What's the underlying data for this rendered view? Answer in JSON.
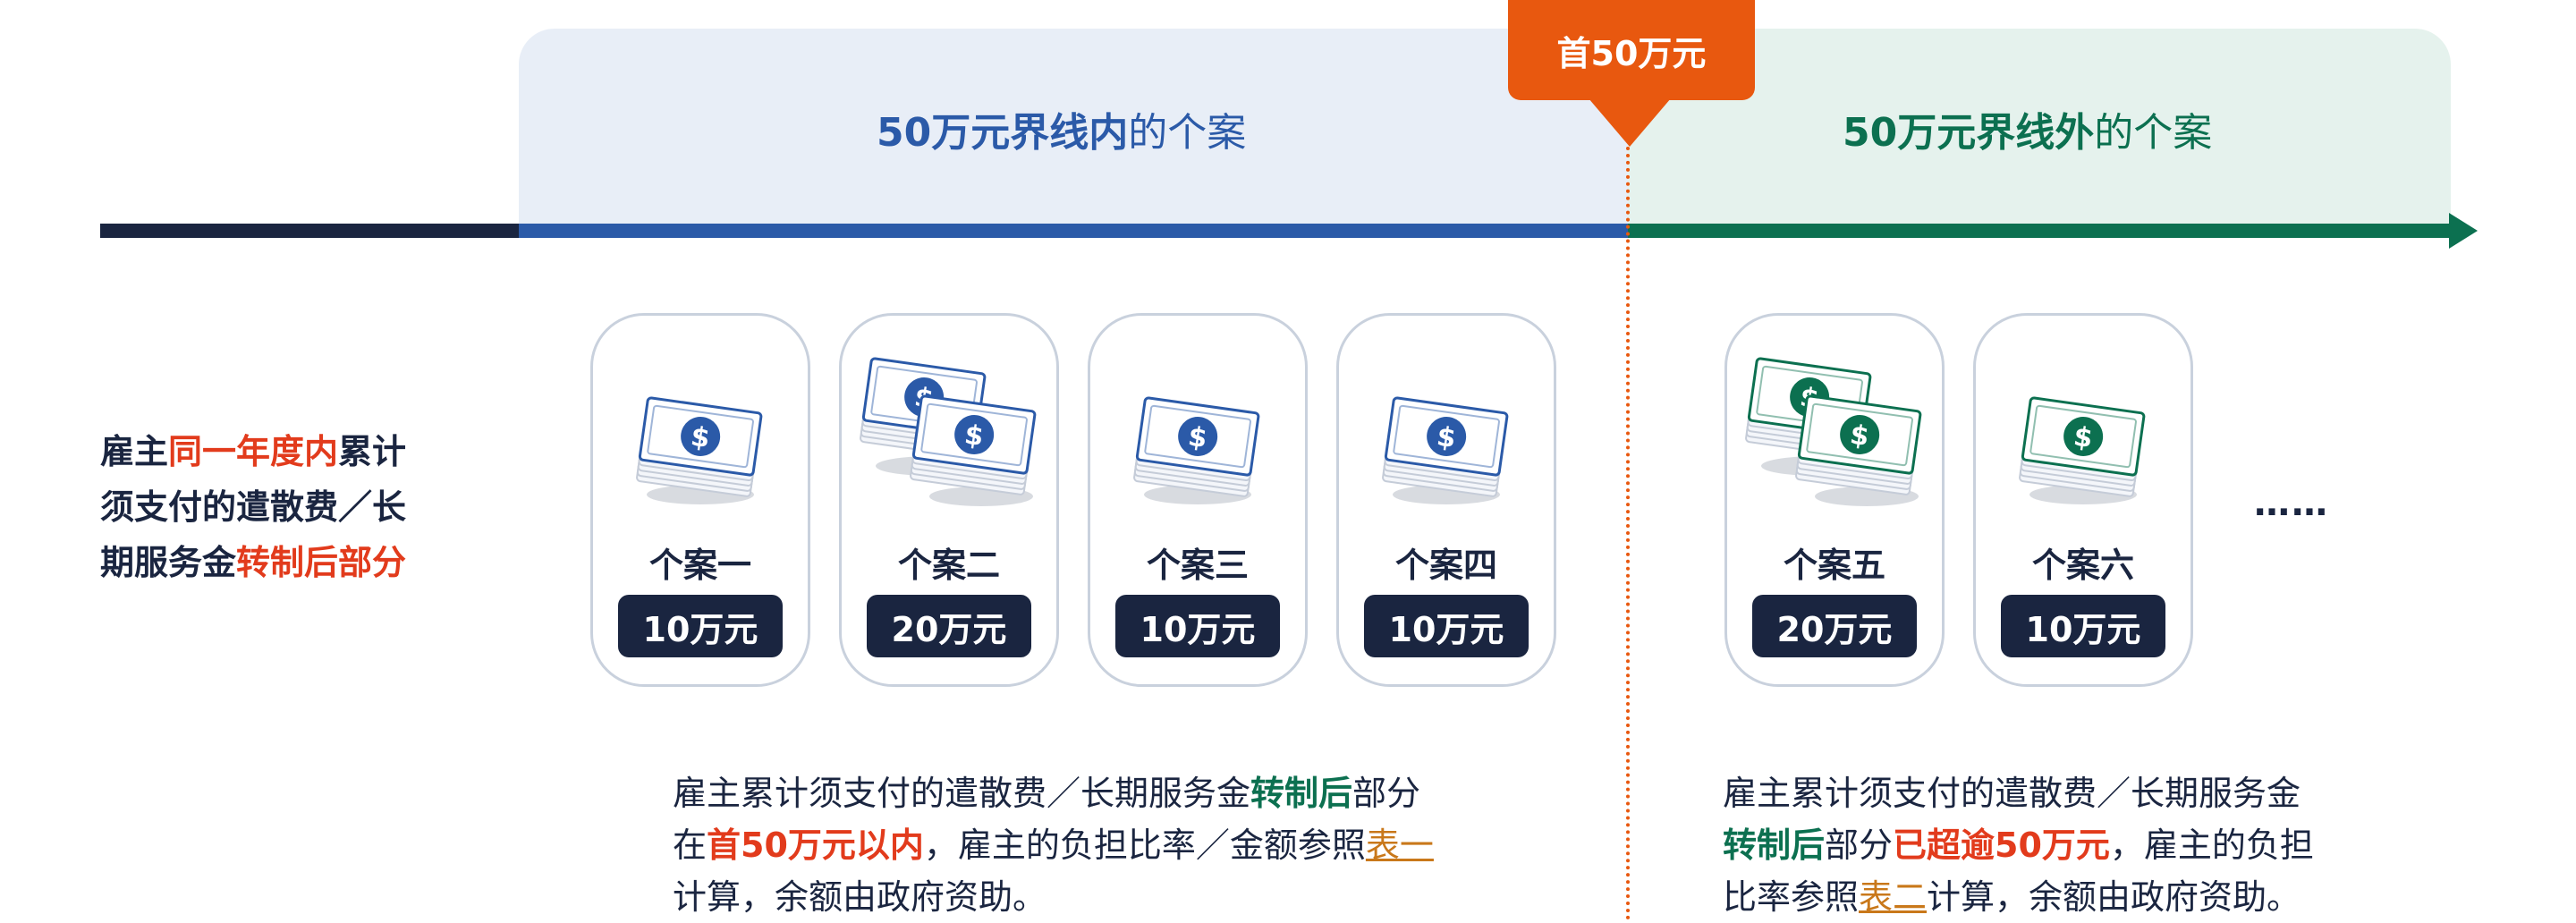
{
  "marker": {
    "label": "首50万元"
  },
  "zones": {
    "inside": {
      "title_bold": "50万元界线内",
      "title_suffix": "的个案"
    },
    "outside": {
      "title_bold": "50万元界线外",
      "title_suffix": "的个案"
    }
  },
  "side_label": {
    "line1_a": "雇主",
    "line1_red": "同一年度内",
    "line1_b": "累计",
    "line2": "须支付的遣散费／长",
    "line3_a": "期服务金",
    "line3_red": "转制后部分"
  },
  "cases": [
    {
      "name": "个案一",
      "amount": "10万元",
      "bills": 1,
      "color": "#2b5aa8"
    },
    {
      "name": "个案二",
      "amount": "20万元",
      "bills": 2,
      "color": "#2b5aa8"
    },
    {
      "name": "个案三",
      "amount": "10万元",
      "bills": 1,
      "color": "#2b5aa8"
    },
    {
      "name": "个案四",
      "amount": "10万元",
      "bills": 1,
      "color": "#2b5aa8"
    },
    {
      "name": "个案五",
      "amount": "20万元",
      "bills": 2,
      "color": "#0c7050"
    },
    {
      "name": "个案六",
      "amount": "10万元",
      "bills": 1,
      "color": "#0c7050"
    }
  ],
  "ellipsis": "……",
  "desc_left": {
    "l1_a": "雇主累计须支付的遣散费／长期服务金",
    "l1_green": "转制后",
    "l1_b": "部分",
    "l2_a": "在",
    "l2_red": "首50万元以内",
    "l2_b": "，雇主的负担比率／金额参照",
    "l2_link": "表一",
    "l3": "计算，余额由政府资助。"
  },
  "desc_right": {
    "l1": "雇主累计须支付的遣散费／长期服务金",
    "l2_green": "转制后",
    "l2_a": "部分",
    "l2_red": "已超逾50万元",
    "l2_b": "，雇主的负担",
    "l3_a": "比率参照",
    "l3_link": "表二",
    "l3_b": "计算，余额由政府资助。"
  },
  "colors": {
    "blue": "#2b5aa8",
    "green": "#0c7050",
    "orange": "#e8580f",
    "navy": "#1a2540",
    "red": "#e23b1c"
  }
}
